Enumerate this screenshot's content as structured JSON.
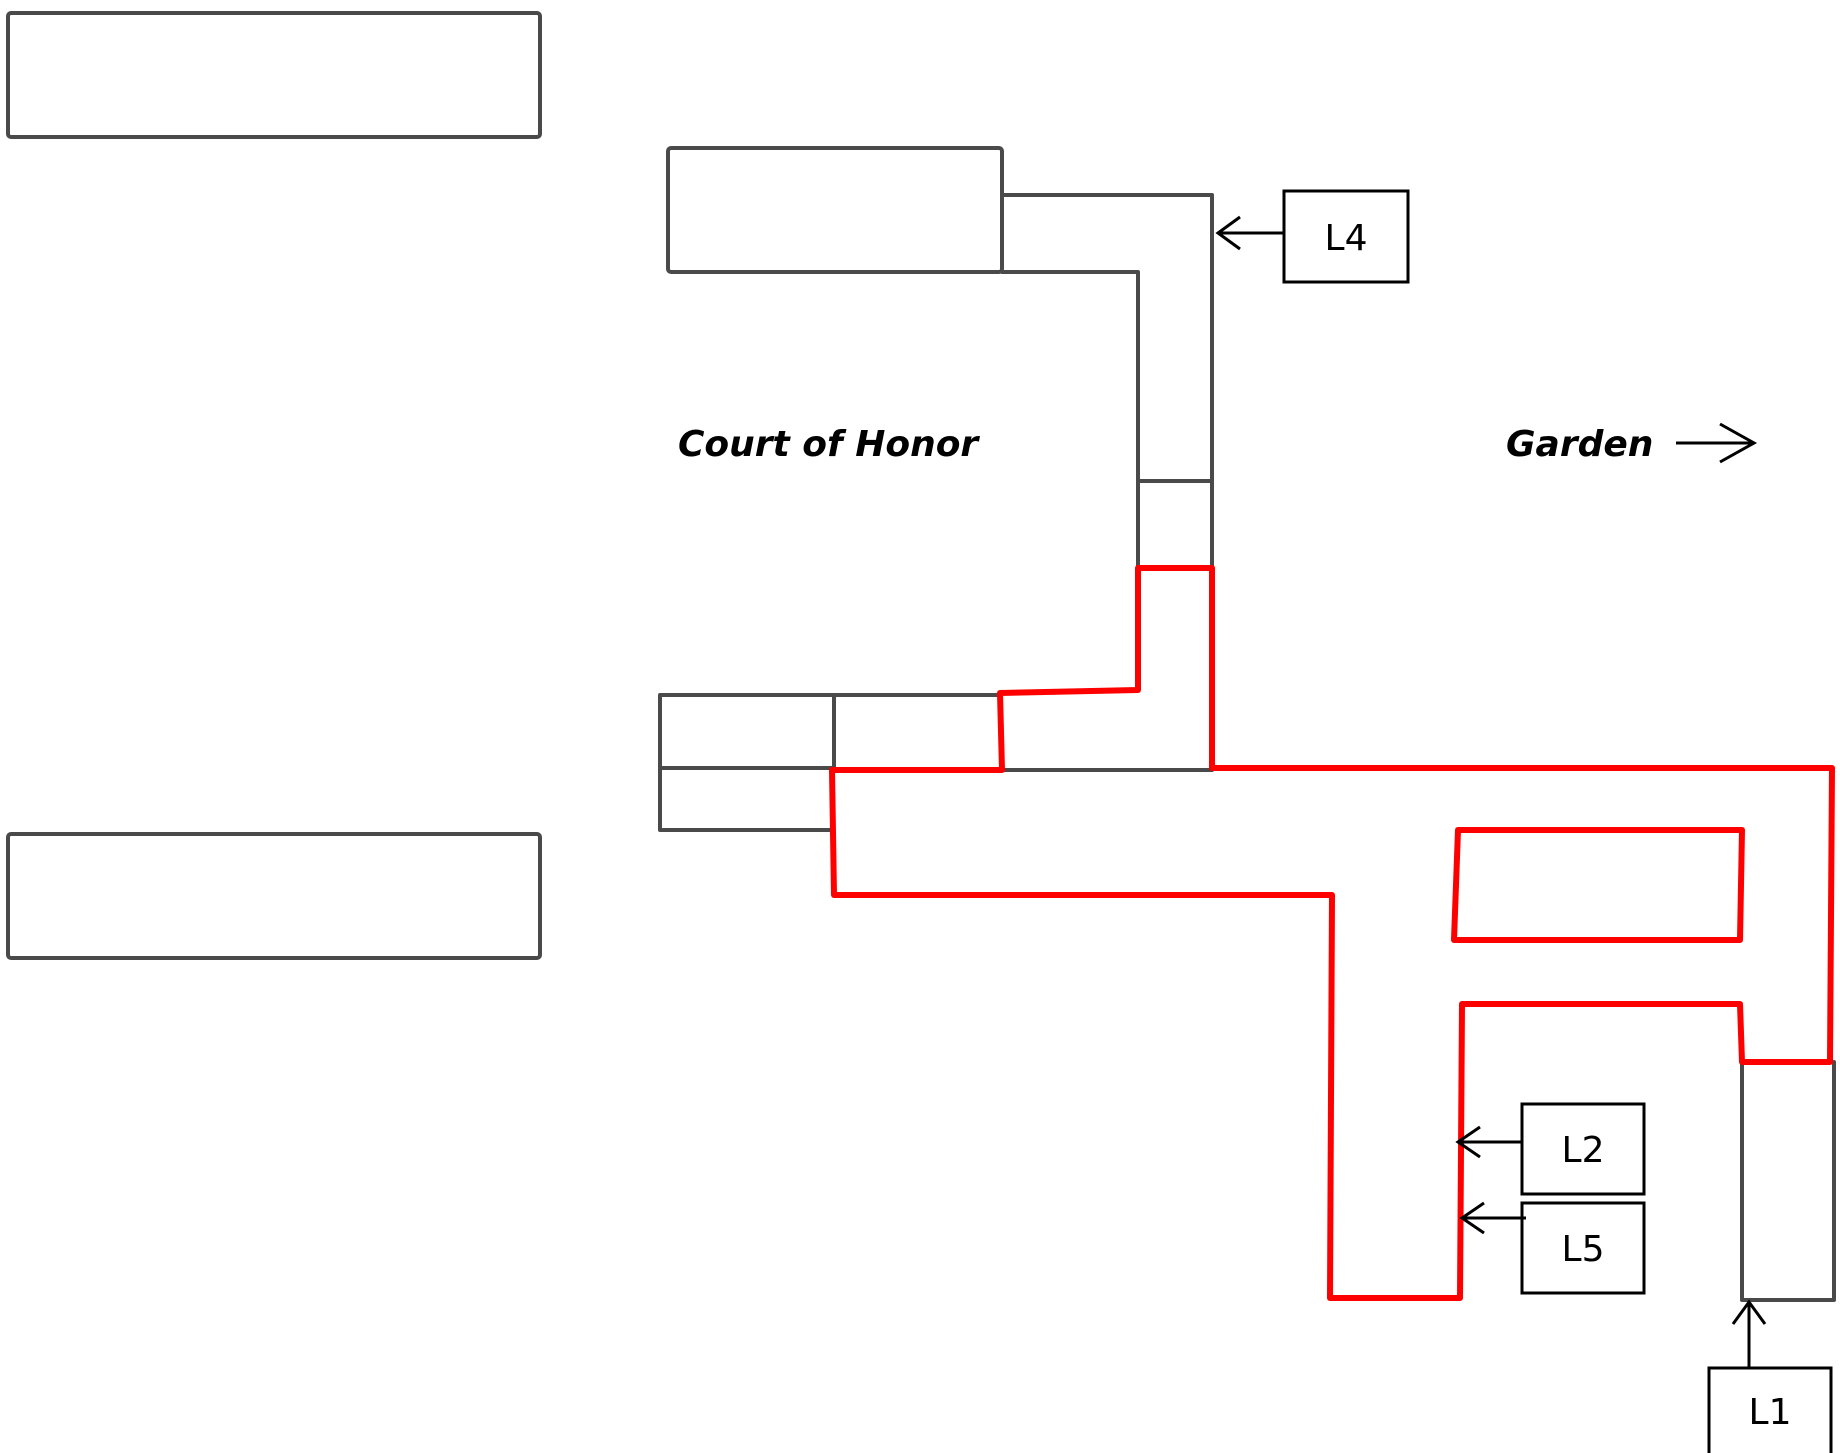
{
  "diagram": {
    "type": "floor-plan",
    "areas": [
      {
        "id": "court",
        "label": "Court of Honor"
      },
      {
        "id": "garden",
        "label": "Garden"
      }
    ],
    "garden_direction": "right",
    "markers": [
      {
        "id": "L1",
        "label": "L1",
        "points": "up"
      },
      {
        "id": "L2",
        "label": "L2",
        "points": "left"
      },
      {
        "id": "L4",
        "label": "L4",
        "points": "left"
      },
      {
        "id": "L5",
        "label": "L5",
        "points": "left"
      }
    ],
    "colors": {
      "building_outline": "#4a4a4a",
      "highlighted_route": "#ff0000",
      "label_box": "#000000",
      "background": "#ffffff"
    }
  }
}
